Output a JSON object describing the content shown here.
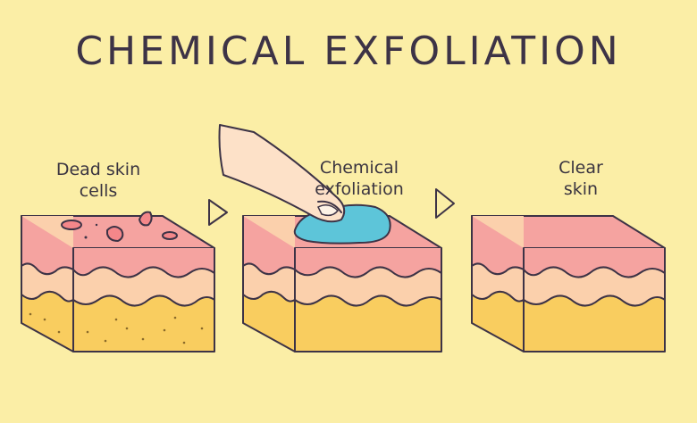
{
  "title": "CHEMICAL EXFOLIATION",
  "steps": [
    {
      "label_line1": "Dead skin",
      "label_line2": "cells"
    },
    {
      "label_line1": "Chemical",
      "label_line2": "exfoliation"
    },
    {
      "label_line1": "Clear",
      "label_line2": "skin"
    }
  ],
  "colors": {
    "background": "#fbeea6",
    "epidermis": "#f5a3a0",
    "dermis": "#fbd0ac",
    "subcutis": "#f9cd5f",
    "chemical": "#5dc5d9",
    "outline": "#3d3346",
    "finger": "#fde1c8"
  },
  "icons": [
    "arrow-right-icon",
    "arrow-right-icon",
    "finger-icon",
    "dead-skin-flake-icon"
  ]
}
